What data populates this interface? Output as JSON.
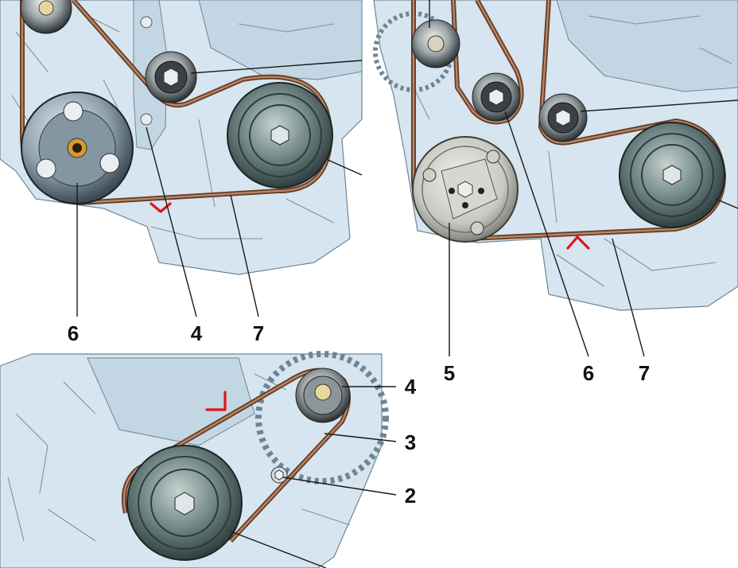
{
  "panels": {
    "top_left": {
      "callouts": [
        {
          "id": "tl-6",
          "label": "6"
        },
        {
          "id": "tl-4",
          "label": "4"
        },
        {
          "id": "tl-7",
          "label": "7"
        }
      ]
    },
    "top_right": {
      "callouts": [
        {
          "id": "tr-5",
          "label": "5"
        },
        {
          "id": "tr-6",
          "label": "6"
        },
        {
          "id": "tr-7",
          "label": "7"
        }
      ]
    },
    "bottom": {
      "callouts": [
        {
          "id": "b-4",
          "label": "4"
        },
        {
          "id": "b-3",
          "label": "3"
        },
        {
          "id": "b-2",
          "label": "2"
        }
      ]
    }
  },
  "colors": {
    "belt": "#6b3e24",
    "engine": "#d6e5ef",
    "direction_arrow": "#e0141c"
  }
}
